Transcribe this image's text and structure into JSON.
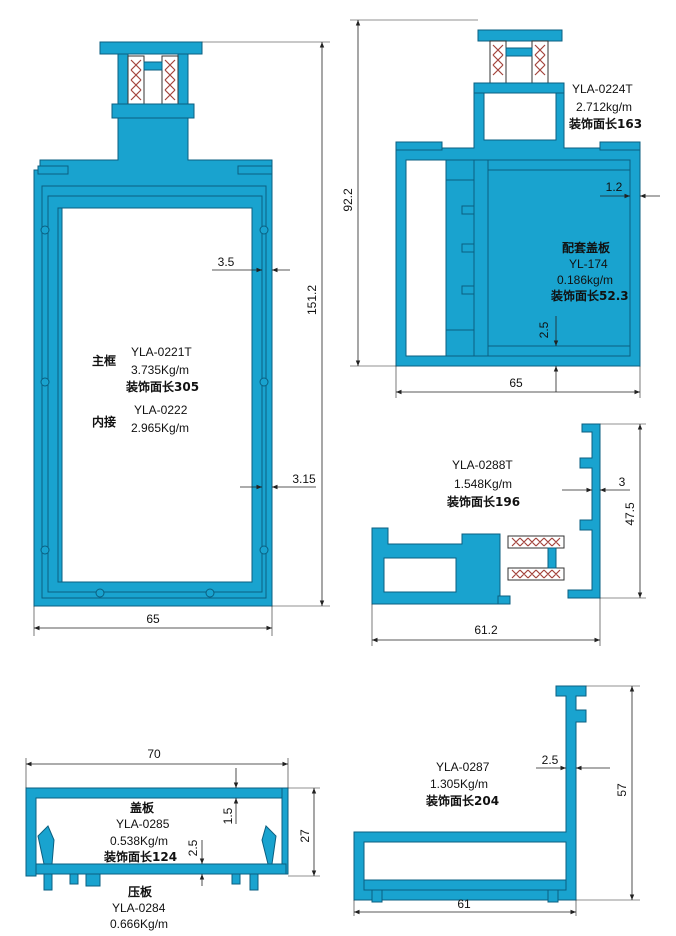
{
  "profiles": {
    "main_frame": {
      "name_label": "主框",
      "code": "YLA-0221T",
      "weight": "3.735Kg/m",
      "deco_length": "装饰面长305",
      "inner_label": "内接",
      "inner_code": "YLA-0222",
      "inner_weight": "2.965Kg/m",
      "dims": {
        "width": "65",
        "height": "151.2",
        "wall_a": "3.5",
        "wall_b": "3.15"
      }
    },
    "frame_0224": {
      "code": "YLA-0224T",
      "weight": "2.712kg/m",
      "deco_length": "装饰面长163",
      "cover_label": "配套盖板",
      "cover_code": "YL-174",
      "cover_weight": "0.186kg/m",
      "cover_deco_length": "装饰面长52.3",
      "dims": {
        "height": "92.2",
        "width": "65",
        "wall": "1.2",
        "base": "2.5"
      }
    },
    "sash_0288": {
      "code": "YLA-0288T",
      "weight": "1.548Kg/m",
      "deco_length": "装饰面长196",
      "dims": {
        "wall": "3",
        "height": "47.5",
        "width": "61.2"
      }
    },
    "cover_0285": {
      "cover_label": "盖板",
      "code": "YLA-0285",
      "weight": "0.538Kg/m",
      "deco_length": "装饰面长124",
      "press_label": "压板",
      "press_code": "YLA-0284",
      "press_weight": "0.666Kg/m",
      "dims": {
        "width": "70",
        "wall": "1.5",
        "base": "2.5",
        "height": "27"
      }
    },
    "sash_0287": {
      "code": "YLA-0287",
      "weight": "1.305Kg/m",
      "deco_length": "装饰面长204",
      "dims": {
        "wall": "2.5",
        "height": "57",
        "width": "61"
      }
    }
  }
}
